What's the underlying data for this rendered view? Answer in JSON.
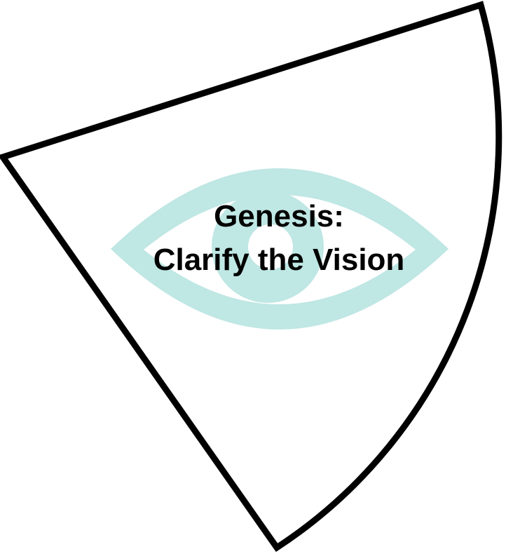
{
  "diagram": {
    "title_line_1": "Genesis:",
    "title_line_2": "Clarify the Vision",
    "shape": "circular-sector",
    "icon": "eye-icon",
    "colors": {
      "outline": "#000000",
      "fill": "#ffffff",
      "eye": "#bfe7e4",
      "text": "#000000"
    }
  }
}
